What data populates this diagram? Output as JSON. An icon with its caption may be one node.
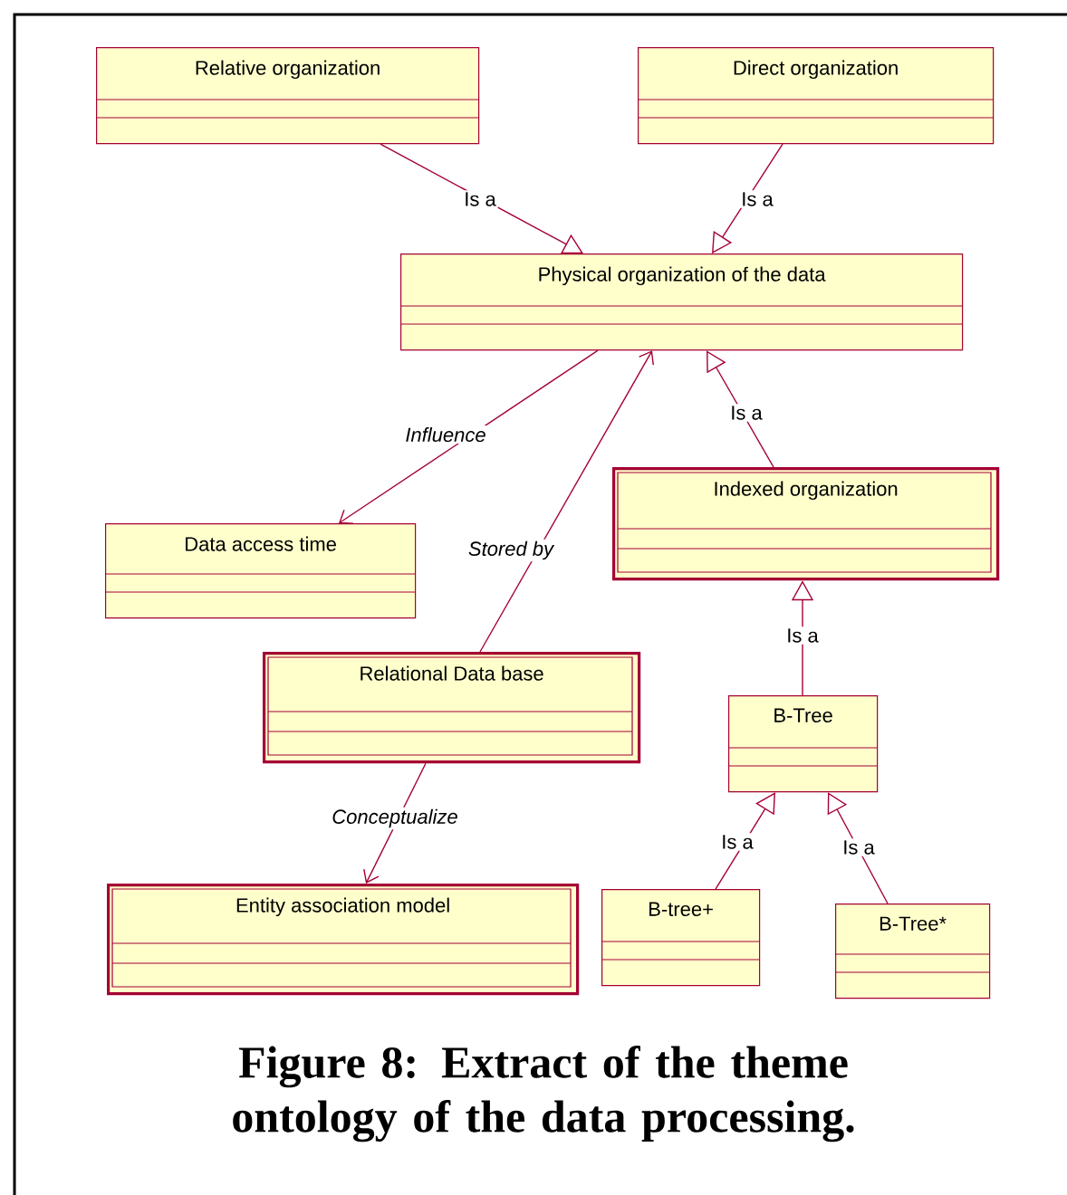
{
  "diagram": {
    "caption": "Figure 8: Extract of the theme ontology of the data processing.",
    "nodes": [
      {
        "text": [
          "Relative organization"
        ]
      },
      {
        "text": [
          "Direct organization"
        ]
      },
      {
        "text": [
          "Physical organization of the data"
        ]
      },
      {
        "text": [
          "Data access time"
        ]
      },
      {
        "text": [
          "Indexed organization"
        ]
      },
      {
        "text": [
          "Relational Data base"
        ]
      },
      {
        "text": [
          "B-Tree"
        ]
      },
      {
        "text": [
          "Entity association model"
        ]
      },
      {
        "text": [
          "B-tree+"
        ]
      },
      {
        "text": [
          "B-Tree*"
        ]
      }
    ],
    "edges": [
      {
        "from": 0,
        "to": 2,
        "arrow": "to",
        "label": "Is a"
      },
      {
        "from": 1,
        "to": 2,
        "arrow": "to",
        "label": "Is a"
      },
      {
        "from": 4,
        "to": 2,
        "arrow": "to",
        "label": "Is a"
      },
      {
        "from": 2,
        "to": 3,
        "arrow": "to",
        "label": "Influence"
      },
      {
        "from": 5,
        "to": 2,
        "arrow": "to",
        "label": "Stored by"
      },
      {
        "from": 5,
        "to": 7,
        "arrow": "to",
        "label": "Conceptualize"
      },
      {
        "from": 6,
        "to": 4,
        "arrow": "to",
        "label": "Is a"
      },
      {
        "from": 8,
        "to": 6,
        "arrow": "to",
        "label": "Is a"
      },
      {
        "from": 9,
        "to": 6,
        "arrow": "to",
        "label": "Is a"
      }
    ]
  }
}
